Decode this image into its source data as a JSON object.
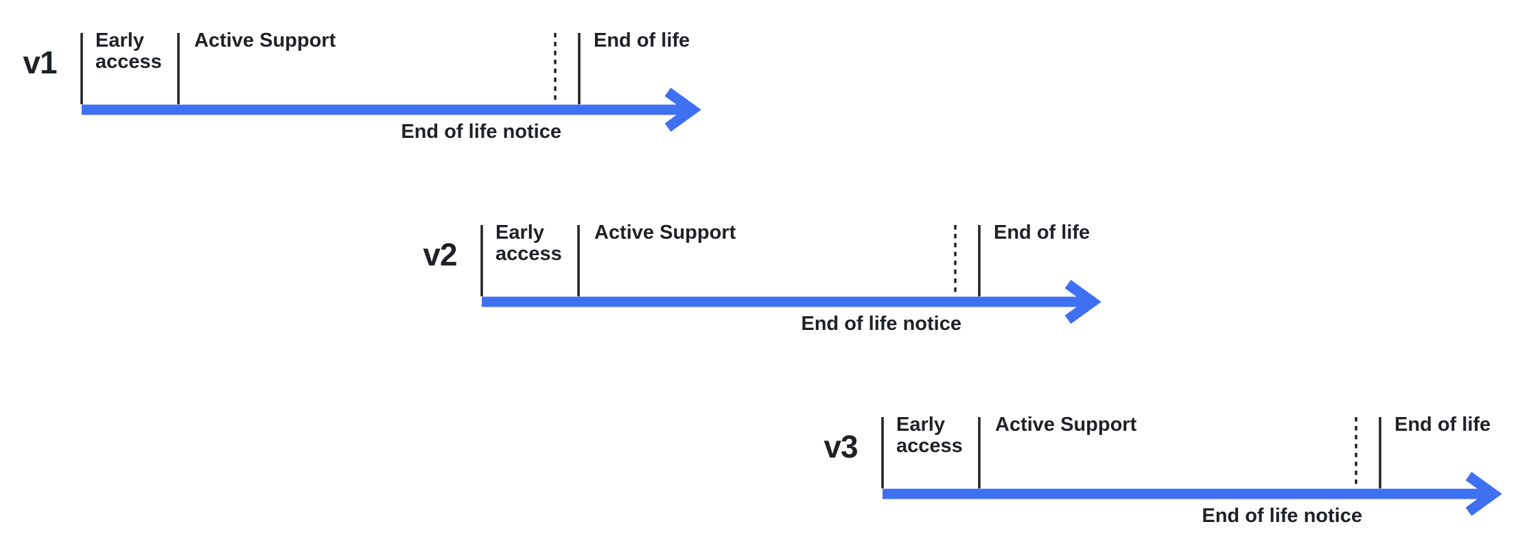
{
  "colors": {
    "arrow_blue": "#3f70f2",
    "ink": "#1e2126",
    "background": "#ffffff"
  },
  "icons": [
    {
      "name": "arrowhead-icon",
      "meaning": "timeline continues / flow direction right"
    }
  ],
  "rows": [
    {
      "version": "v1",
      "early_label": "Early access",
      "active_label": "Active Support",
      "eol_label": "End of life",
      "notice_label": "End of life notice"
    },
    {
      "version": "v2",
      "early_label": "Early access",
      "active_label": "Active Support",
      "eol_label": "End of life",
      "notice_label": "End of life notice"
    },
    {
      "version": "v3",
      "early_label": "Early access",
      "active_label": "Active Support",
      "eol_label": "End of life",
      "notice_label": "End of life notice"
    }
  ]
}
